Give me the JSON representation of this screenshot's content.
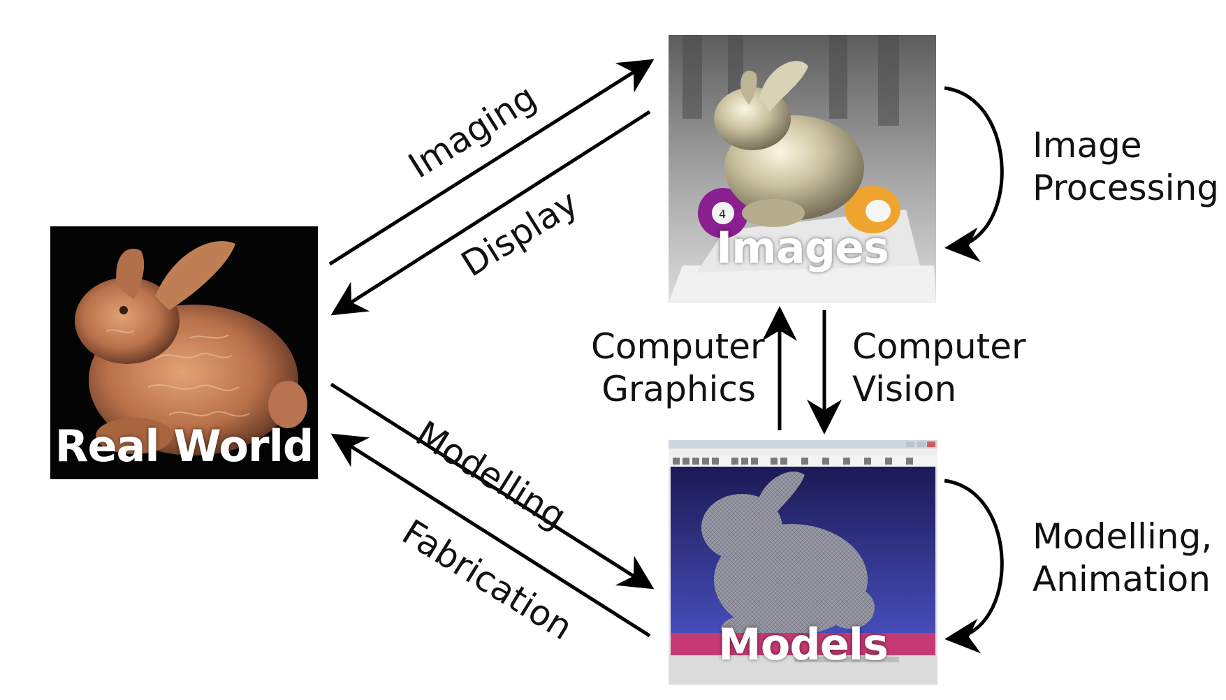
{
  "panels": {
    "real_world": {
      "caption": "Real World"
    },
    "images": {
      "caption": "Images"
    },
    "models": {
      "caption": "Models"
    }
  },
  "edges": {
    "imaging": "Imaging",
    "display": "Display",
    "modelling": "Modelling",
    "fabrication": "Fabrication",
    "computer_graphics": [
      "Computer",
      "Graphics"
    ],
    "computer_vision": [
      "Computer",
      "Vision"
    ],
    "image_processing": [
      "Image",
      "Processing"
    ],
    "modelling_animation": [
      "Modelling,",
      "Animation"
    ]
  },
  "colors": {
    "arrow": "#000000",
    "caption": "#ffffff",
    "models_viewport_top": "#1c1a55",
    "models_viewport_bottom": "#4b53c6",
    "models_status_bar": "#c63a73"
  },
  "icons": [
    "bunny-photo",
    "rendered-bunny-image",
    "bunny-mesh-model"
  ]
}
